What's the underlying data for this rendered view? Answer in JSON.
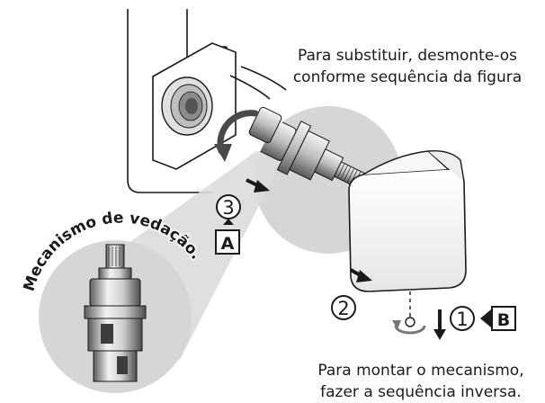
{
  "instructions": {
    "disassemble_line1": "Para substituir, desmonte-os",
    "disassemble_line2": "conforme sequência da figura",
    "assemble_line1": "Para montar o mecanismo,",
    "assemble_line2": "fazer a sequência inversa."
  },
  "detail_callout": {
    "label": "Mecanismo de vedação."
  },
  "steps": [
    {
      "number": "1"
    },
    {
      "number": "2"
    },
    {
      "number": "3"
    }
  ],
  "tags": [
    {
      "letter": "A"
    },
    {
      "letter": "B"
    }
  ],
  "colors": {
    "background": "#ffffff",
    "line": "#1a1a1a",
    "magnifier_fill": "#d6d6d6",
    "metal_light": "#e8e8e8",
    "metal_dark": "#6e6e6e"
  }
}
